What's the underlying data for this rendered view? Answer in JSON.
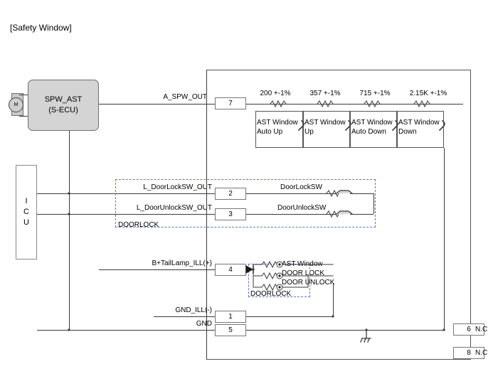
{
  "diagram": {
    "title": "[Safety Window]",
    "ecu": {
      "line1": "SPW_AST",
      "line2": "(S-ECU)"
    },
    "motor": {
      "symbol": "M"
    },
    "icu": {
      "letters": "I C U",
      "l1": "I",
      "l2": "C",
      "l3": "U"
    },
    "resistors": [
      {
        "value": "200 +-1%"
      },
      {
        "value": "357 +-1%"
      },
      {
        "value": "715 +-1%"
      },
      {
        "value": "2.15K +-1%"
      }
    ],
    "switches": [
      {
        "line1": "AST Window",
        "line2": "Auto Up"
      },
      {
        "line1": "AST Window",
        "line2": "Up"
      },
      {
        "line1": "AST Window",
        "line2": "Auto Down"
      },
      {
        "line1": "AST Window",
        "line2": "Down"
      }
    ],
    "pins": [
      {
        "number": "7",
        "label": "A_SPW_OUT"
      },
      {
        "number": "2",
        "label": "L_DoorLockSW_OUT"
      },
      {
        "number": "3",
        "label": "L_DoorUnlockSW_OUT"
      },
      {
        "number": "4",
        "label": "B+TailLamp_ILL(+)"
      },
      {
        "number": "1",
        "label": "GND_ILL(-)"
      },
      {
        "number": "5",
        "label": "GND"
      },
      {
        "number": "6",
        "label": "N.C"
      },
      {
        "number": "8",
        "label": "N.C"
      }
    ],
    "doorlock_group": {
      "caption": "DOORLOCK",
      "switch_lock": "DoorLockSW",
      "switch_unlock": "DoorUnlockSW"
    },
    "illumination_group": {
      "caption": "DOORLOCK",
      "lamps": [
        "AST Window",
        "DOOR LOCK",
        "DOOR UNLOCK"
      ]
    },
    "colors": {
      "wire": "#3a3a3a",
      "ecu_fill": "#d4d4d4",
      "dashed_group": "#5b77c4",
      "box_border": "#555555"
    }
  }
}
